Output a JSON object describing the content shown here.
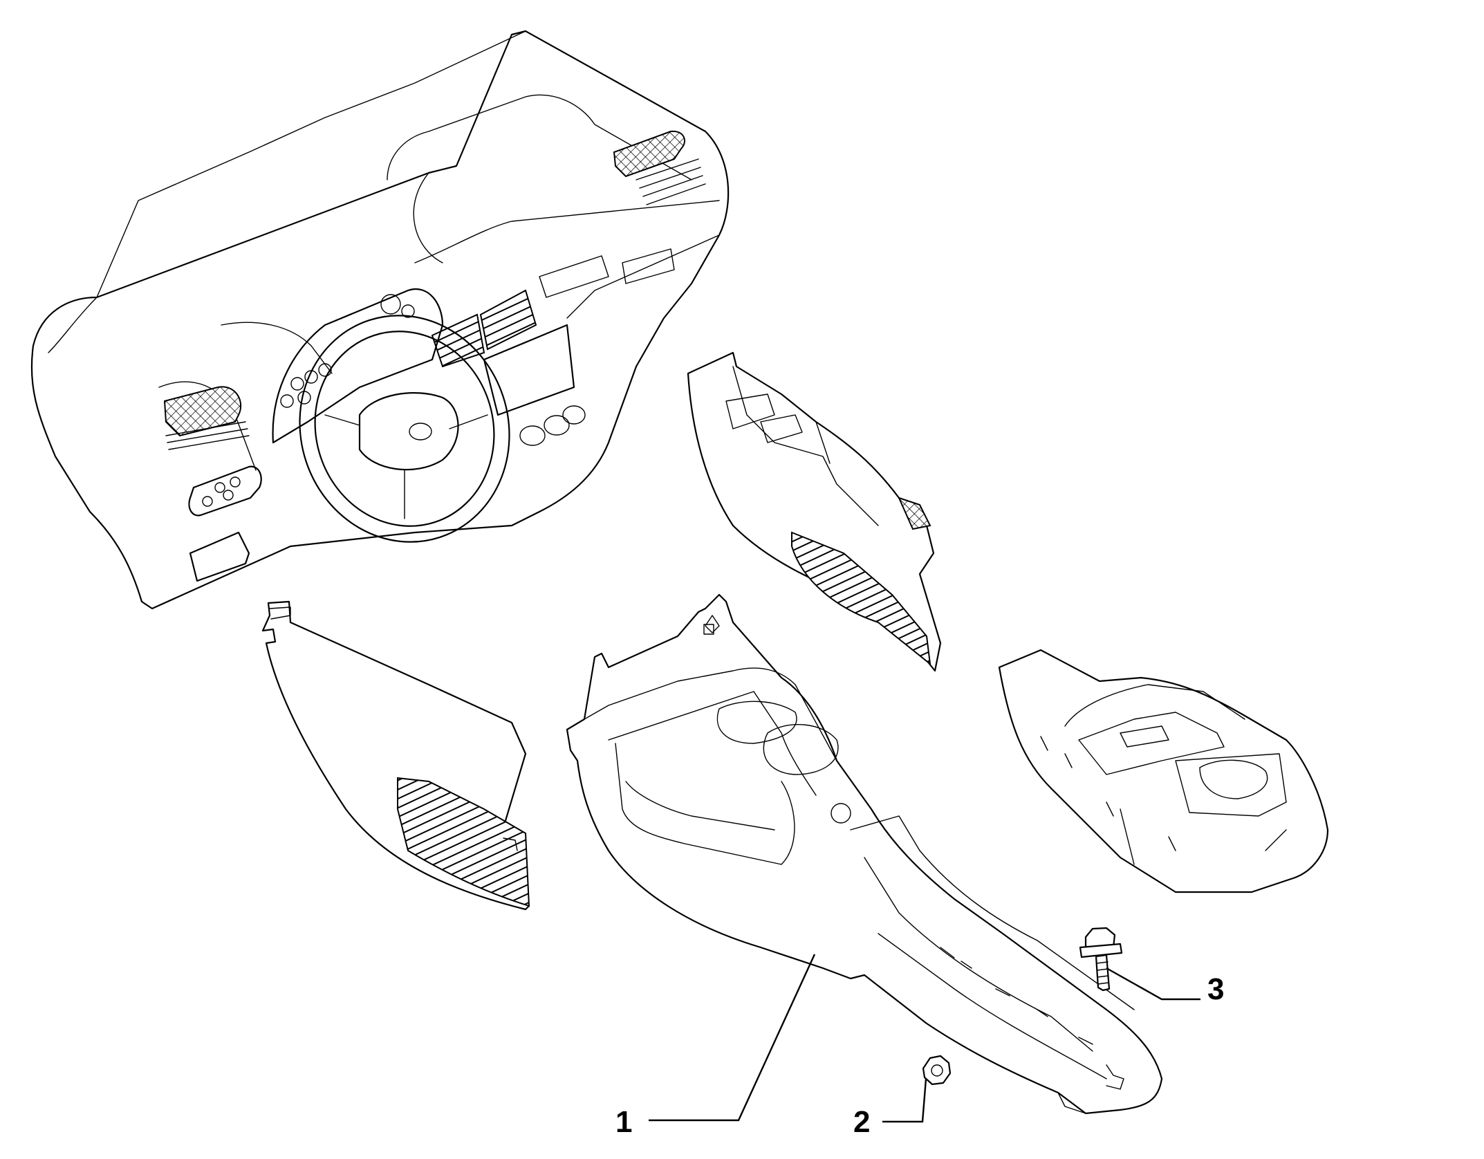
{
  "diagram": {
    "callouts": [
      {
        "id": "1",
        "label": "1",
        "part": "center-console"
      },
      {
        "id": "2",
        "label": "2",
        "part": "nut"
      },
      {
        "id": "3",
        "label": "3",
        "part": "screw"
      }
    ]
  }
}
